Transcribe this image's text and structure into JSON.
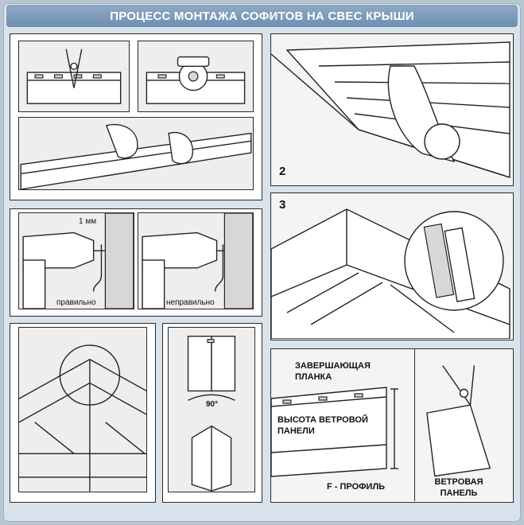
{
  "header": {
    "title": "ПРОЦЕСС МОНТАЖА СОФИТОВ НА СВЕС КРЫШИ"
  },
  "steps": {
    "step2": {
      "number": "2"
    },
    "step3": {
      "number": "3"
    }
  },
  "gap_detail": {
    "gap_label": "1 мм",
    "correct_label": "правильно",
    "incorrect_label": "неправильно"
  },
  "corner_detail": {
    "angle_label": "90°"
  },
  "wind_panel": {
    "finish_strip_label": "ЗАВЕРШАЮЩАЯ ПЛАНКА",
    "height_label": "ВЫСОТА ВЕТРОВОЙ ПАНЕЛИ",
    "f_profile_label": "F - ПРОФИЛЬ",
    "wind_panel_label": "ВЕТРОВАЯ ПАНЕЛЬ"
  }
}
